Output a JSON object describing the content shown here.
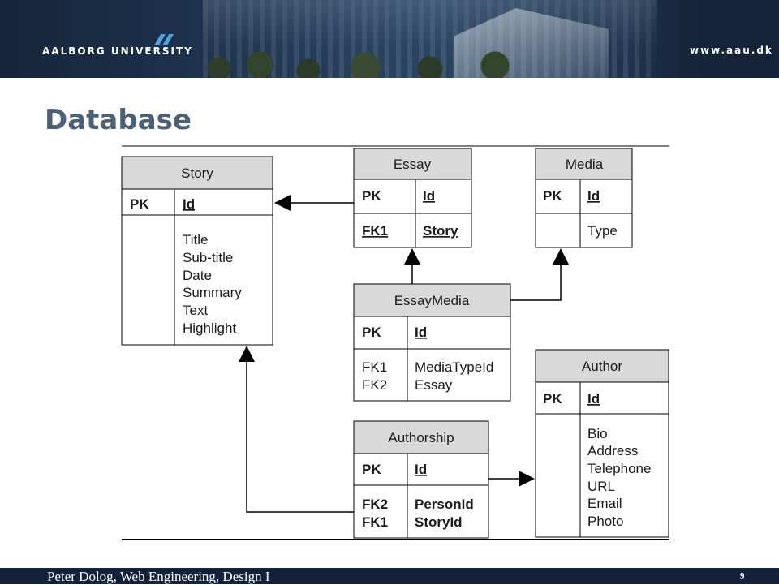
{
  "header": {
    "university": "AALBORG UNIVERSITY",
    "url": "www.aau.dk"
  },
  "slide": {
    "title": "Database",
    "footer": "Peter Dolog, Web Engineering, Design I",
    "page": "9"
  },
  "entities": {
    "story": {
      "name": "Story",
      "pk": "PK",
      "id": "Id",
      "attrs": [
        "Title",
        "Sub-title",
        "Date",
        "Summary",
        "Text",
        "Highlight"
      ]
    },
    "essay": {
      "name": "Essay",
      "pk": "PK",
      "id": "Id",
      "fk": "FK1",
      "fk_attr": "Story"
    },
    "media": {
      "name": "Media",
      "pk": "PK",
      "id": "Id",
      "attrs": [
        "Type"
      ]
    },
    "essaymedia": {
      "name": "EssayMedia",
      "pk": "PK",
      "id": "Id",
      "fks": [
        "FK1",
        "FK2"
      ],
      "attrs": [
        "MediaTypeId",
        "Essay"
      ]
    },
    "author": {
      "name": "Author",
      "pk": "PK",
      "id": "Id",
      "attrs": [
        "Bio",
        "Address",
        "Telephone",
        "URL",
        "Email",
        "Photo"
      ]
    },
    "authorship": {
      "name": "Authorship",
      "pk": "PK",
      "id": "Id",
      "fks": [
        "FK2",
        "FK1"
      ],
      "attrs": [
        "PersonId",
        "StoryId"
      ]
    }
  },
  "colors": {
    "header_bg": "#1e3450",
    "title": "#4b6175",
    "entity_header": "#d9d9d9",
    "footer_bg": "#11223a"
  }
}
